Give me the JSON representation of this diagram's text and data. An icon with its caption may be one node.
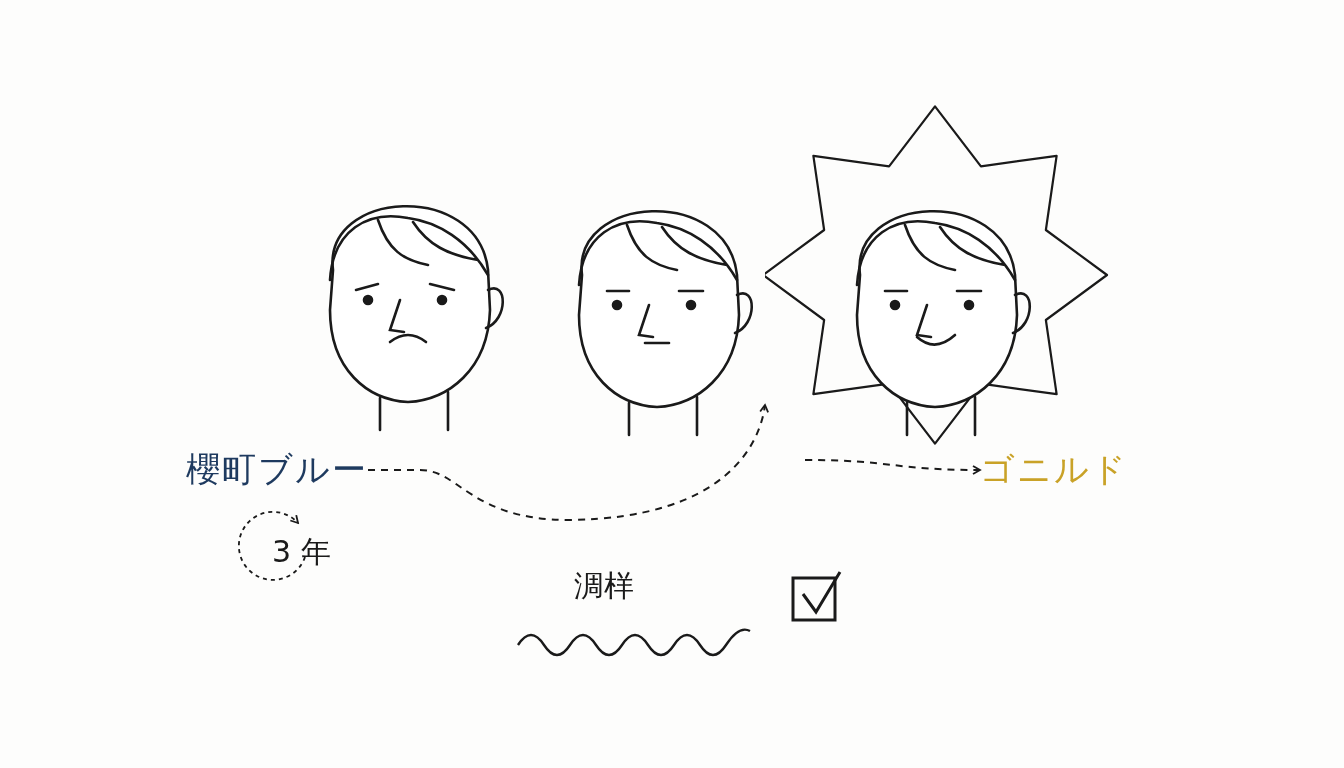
{
  "diagram": {
    "nodes": [
      {
        "text": [
          "櫻町ブルー"
        ]
      },
      {
        "text": [],
        "shape": "picture"
      },
      {
        "text": [],
        "shape": "picture"
      },
      {
        "text": [],
        "shape": "picture"
      },
      {
        "text": [
          "ゴニルド"
        ]
      }
    ],
    "edges": [
      {
        "from": 0,
        "to": 3,
        "arrow": "to",
        "style": "dashed"
      },
      {
        "from": null,
        "to": 4,
        "arrow": "to",
        "style": "dashed"
      }
    ],
    "labels": [
      "3 年",
      "淍样"
    ]
  }
}
